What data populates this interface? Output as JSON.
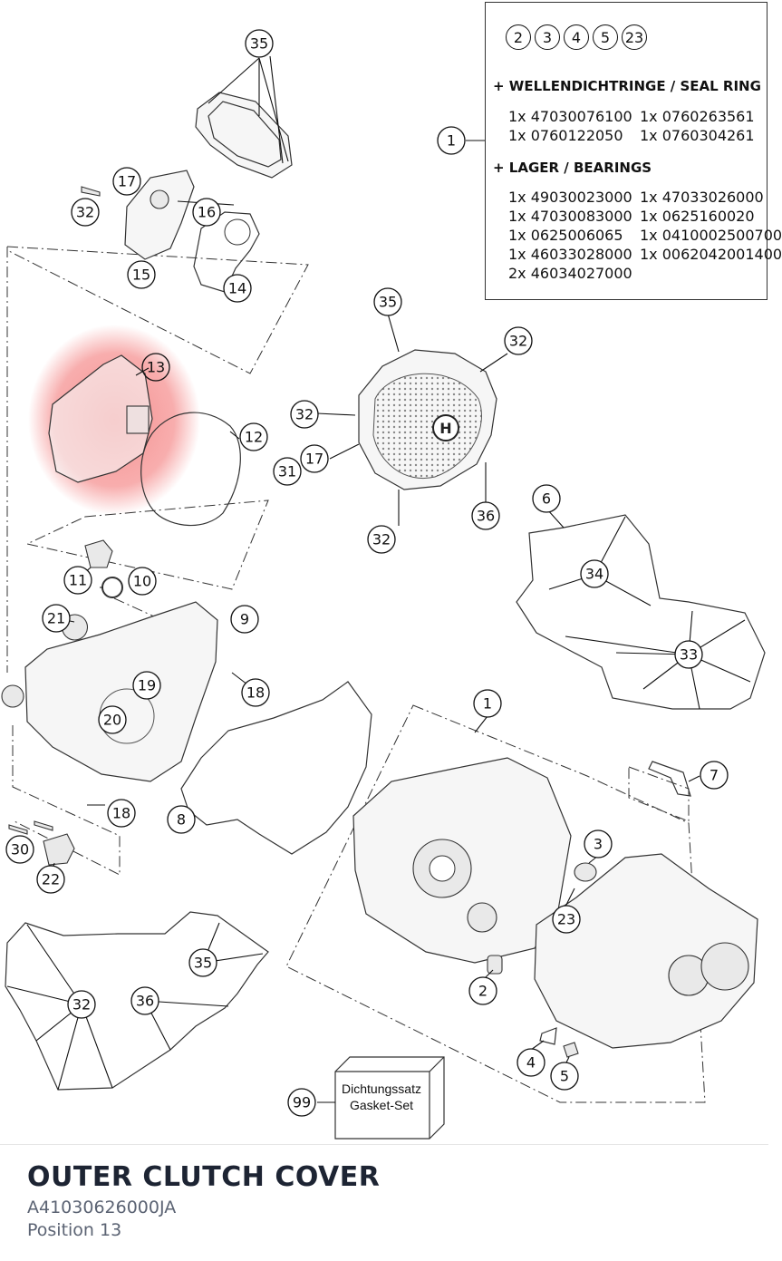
{
  "info_box": {
    "circles": [
      "2",
      "3",
      "4",
      "5",
      "23"
    ],
    "seal_heading": "+ WELLENDICHTRINGE / SEAL RING",
    "seal_items": [
      "1x 47030076100",
      "1x 0760263561",
      "1x 0760122050",
      "1x 0760304261"
    ],
    "bearing_heading": "+ LAGER / BEARINGS",
    "bearing_items": [
      "1x 49030023000",
      "1x 47033026000",
      "1x 47030083000",
      "1x 0625160020",
      "1x 0625006065",
      "1x 0410002500700",
      "1x 46033028000",
      "1x 0062042001400",
      "2x 46034027000",
      ""
    ],
    "callout": "1"
  },
  "callouts": [
    "35",
    "17",
    "32",
    "16",
    "15",
    "14",
    "13",
    "12",
    "35",
    "32",
    "32",
    "17",
    "31",
    "32",
    "36",
    "6",
    "34",
    "33",
    "11",
    "10",
    "21",
    "9",
    "19",
    "20",
    "18",
    "18",
    "8",
    "30",
    "22",
    "1",
    "7",
    "3",
    "23",
    "2",
    "4",
    "5",
    "35",
    "32",
    "36",
    "99"
  ],
  "gasket_set": {
    "line1": "Dichtungssatz",
    "line2": "Gasket-Set",
    "callout": "99"
  },
  "highlight": {
    "color": "#f26b6b",
    "callout": "13"
  },
  "part": {
    "title": "OUTER CLUTCH COVER",
    "number": "A41030626000JA",
    "position": "Position 13"
  }
}
